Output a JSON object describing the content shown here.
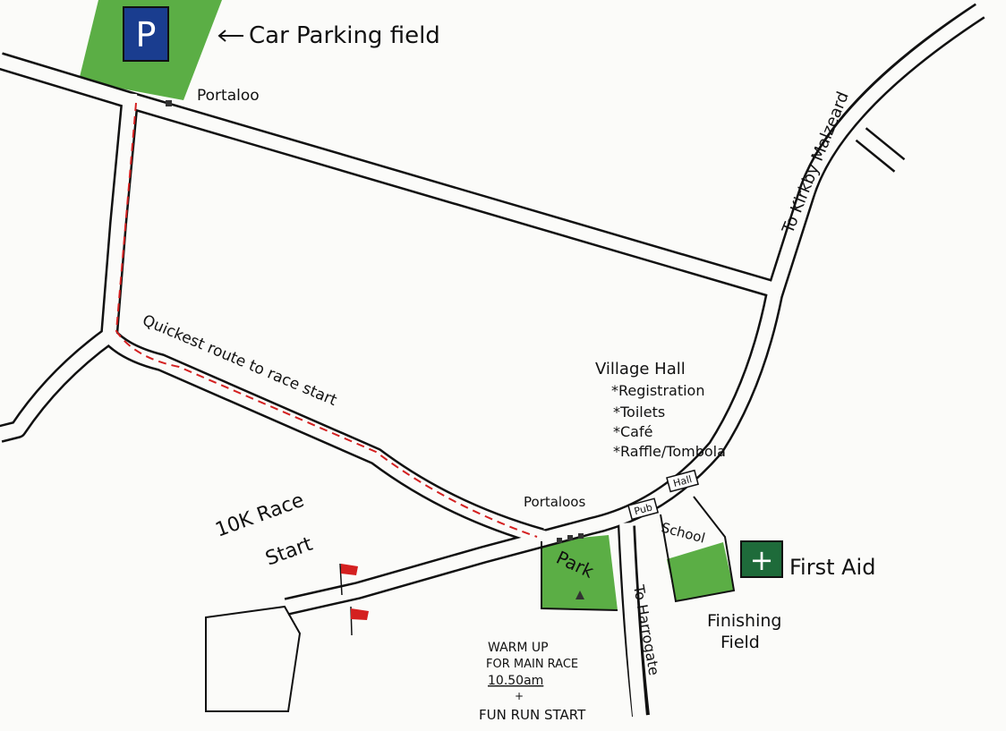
{
  "labels": {
    "car_parking": "Car Parking field",
    "parking_sign": "P",
    "portaloo": "Portaloo",
    "to_kirkby": "To Kirkby Malzeard",
    "quickest_route": "Quickest route to race start",
    "village_hall": "Village Hall",
    "hall_items": [
      "*Registration",
      "*Toilets",
      "*Café",
      "*Raffle/Tombola"
    ],
    "hall_sign": "Hall",
    "pub_sign": "Pub",
    "portaloos": "Portaloos",
    "school": "School",
    "first_aid": "First Aid",
    "first_aid_symbol": "+",
    "park": "Park",
    "race_start_line1": "10K Race",
    "race_start_line2": "Start",
    "to_harrogate": "To Harrogate",
    "finishing_line1": "Finishing",
    "finishing_line2": "Field",
    "warmup_line1": "WARM UP",
    "warmup_line2": "FOR MAIN RACE",
    "warmup_time": "10.50am",
    "warmup_plus": "+",
    "warmup_line4": "FUN RUN START"
  },
  "colors": {
    "field_green": "#5bae45",
    "parking_blue": "#1a3d8f",
    "first_aid_green": "#1e6b3a",
    "route_red": "#d42020"
  }
}
